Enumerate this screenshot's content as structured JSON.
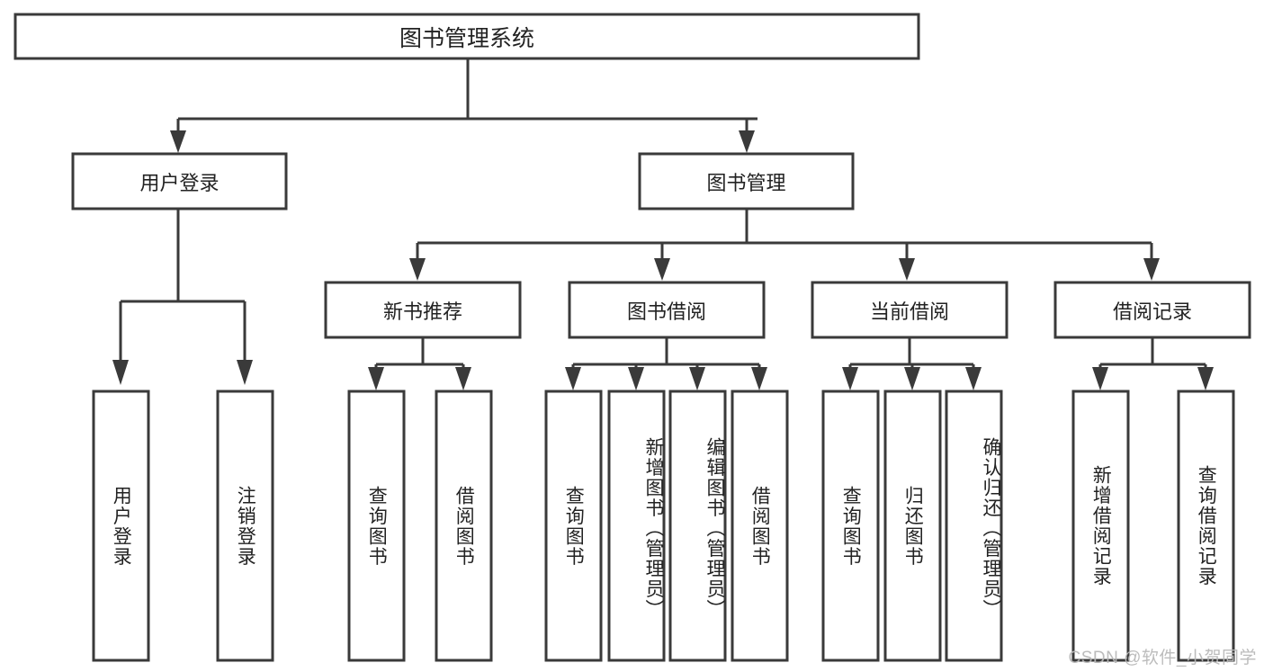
{
  "diagram": {
    "title": "图书管理系统",
    "type": "tree",
    "orientation": "top-down",
    "watermark": "CSDN @软件_小贺同学",
    "colors": {
      "background": "#ffffff",
      "box_fill": "#ffffff",
      "box_stroke": "#3a3a3a",
      "connector": "#3a3a3a",
      "text": "#222222",
      "watermark": "#b9b9b9"
    }
  },
  "nodes": {
    "root": {
      "id": "root",
      "label": "图书管理系统",
      "level": 0,
      "orientation": "horizontal"
    },
    "level1": [
      {
        "id": "user-login",
        "label": "用户登录",
        "level": 1,
        "orientation": "horizontal"
      },
      {
        "id": "book-management",
        "label": "图书管理",
        "level": 1,
        "orientation": "horizontal"
      }
    ],
    "level2": [
      {
        "id": "new-book-recommend",
        "label": "新书推荐",
        "level": 2,
        "orientation": "horizontal",
        "parent": "book-management"
      },
      {
        "id": "book-borrow",
        "label": "图书借阅",
        "level": 2,
        "orientation": "horizontal",
        "parent": "book-management"
      },
      {
        "id": "current-borrow",
        "label": "当前借阅",
        "level": 2,
        "orientation": "horizontal",
        "parent": "book-management"
      },
      {
        "id": "borrow-record",
        "label": "借阅记录",
        "level": 2,
        "orientation": "horizontal",
        "parent": "book-management"
      }
    ],
    "leaves": [
      {
        "id": "leaf-user-login",
        "label": "用户登录",
        "parent": "user-login",
        "orientation": "vertical"
      },
      {
        "id": "leaf-logout-login",
        "label": "注销登录",
        "parent": "user-login",
        "orientation": "vertical"
      },
      {
        "id": "leaf-query-book-1",
        "label": "查询图书",
        "parent": "new-book-recommend",
        "orientation": "vertical"
      },
      {
        "id": "leaf-borrow-book-1",
        "label": "借阅图书",
        "parent": "new-book-recommend",
        "orientation": "vertical"
      },
      {
        "id": "leaf-query-book-2",
        "label": "查询图书",
        "parent": "book-borrow",
        "orientation": "vertical"
      },
      {
        "id": "leaf-add-book",
        "label": "新增图书（管理员）",
        "parent": "book-borrow",
        "orientation": "vertical"
      },
      {
        "id": "leaf-edit-book",
        "label": "编辑图书（管理员）",
        "parent": "book-borrow",
        "orientation": "vertical"
      },
      {
        "id": "leaf-borrow-book-2",
        "label": "借阅图书",
        "parent": "book-borrow",
        "orientation": "vertical"
      },
      {
        "id": "leaf-query-book-3",
        "label": "查询图书",
        "parent": "current-borrow",
        "orientation": "vertical"
      },
      {
        "id": "leaf-return-book",
        "label": "归还图书",
        "parent": "current-borrow",
        "orientation": "vertical"
      },
      {
        "id": "leaf-confirm-return",
        "label": "确认归还（管理员）",
        "parent": "current-borrow",
        "orientation": "vertical"
      },
      {
        "id": "leaf-add-record",
        "label": "新增借阅记录",
        "parent": "borrow-record",
        "orientation": "vertical"
      },
      {
        "id": "leaf-query-record",
        "label": "查询借阅记录",
        "parent": "borrow-record",
        "orientation": "vertical"
      }
    ]
  }
}
